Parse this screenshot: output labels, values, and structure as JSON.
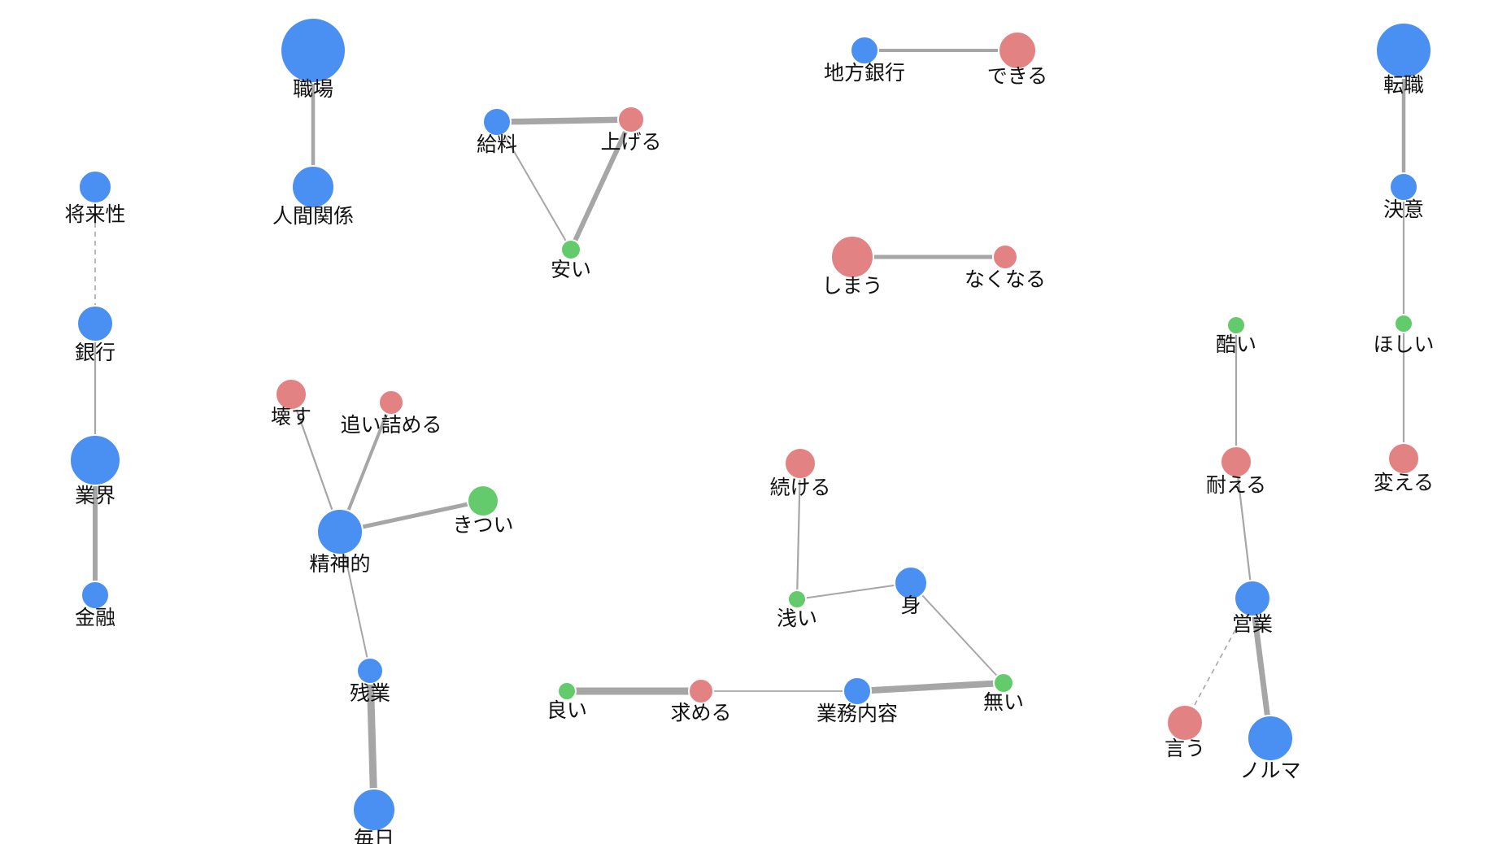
{
  "colors": {
    "noun": "#4a8ff2",
    "verb": "#e28282",
    "adjective": "#63cb6b",
    "edge": "#a6a6a6",
    "label": "#111111"
  },
  "nodes": [
    {
      "id": "shouraisei",
      "label": "将来性",
      "type": "noun"
    },
    {
      "id": "ginkou",
      "label": "銀行",
      "type": "noun"
    },
    {
      "id": "gyoukai",
      "label": "業界",
      "type": "noun"
    },
    {
      "id": "kinyuu",
      "label": "金融",
      "type": "noun"
    },
    {
      "id": "shokuba",
      "label": "職場",
      "type": "noun"
    },
    {
      "id": "ningen",
      "label": "人間関係",
      "type": "noun"
    },
    {
      "id": "kyuuryou",
      "label": "給料",
      "type": "noun"
    },
    {
      "id": "ageru",
      "label": "上げる",
      "type": "verb"
    },
    {
      "id": "yasui",
      "label": "安い",
      "type": "adjective"
    },
    {
      "id": "chihou",
      "label": "地方銀行",
      "type": "noun"
    },
    {
      "id": "dekiru",
      "label": "できる",
      "type": "verb"
    },
    {
      "id": "shimau",
      "label": "しまう",
      "type": "verb"
    },
    {
      "id": "nakunaru",
      "label": "なくなる",
      "type": "verb"
    },
    {
      "id": "tenshoku",
      "label": "転職",
      "type": "noun"
    },
    {
      "id": "ketsui",
      "label": "決意",
      "type": "noun"
    },
    {
      "id": "hoshii",
      "label": "ほしい",
      "type": "adjective"
    },
    {
      "id": "kaeru",
      "label": "変える",
      "type": "verb"
    },
    {
      "id": "kowasu",
      "label": "壊す",
      "type": "verb"
    },
    {
      "id": "oitsumeru",
      "label": "追い詰める",
      "type": "verb"
    },
    {
      "id": "kitsui",
      "label": "きつい",
      "type": "adjective"
    },
    {
      "id": "seishinteki",
      "label": "精神的",
      "type": "noun"
    },
    {
      "id": "zangyou",
      "label": "残業",
      "type": "noun"
    },
    {
      "id": "mainichi",
      "label": "毎日",
      "type": "noun"
    },
    {
      "id": "tsuzukeru",
      "label": "続ける",
      "type": "verb"
    },
    {
      "id": "asai",
      "label": "浅い",
      "type": "adjective"
    },
    {
      "id": "mi",
      "label": "身",
      "type": "noun"
    },
    {
      "id": "yoi",
      "label": "良い",
      "type": "adjective"
    },
    {
      "id": "motomeru",
      "label": "求める",
      "type": "verb"
    },
    {
      "id": "gyoumu",
      "label": "業務内容",
      "type": "noun"
    },
    {
      "id": "nai",
      "label": "無い",
      "type": "adjective"
    },
    {
      "id": "hidoi",
      "label": "酷い",
      "type": "adjective"
    },
    {
      "id": "taeru",
      "label": "耐える",
      "type": "verb"
    },
    {
      "id": "eigyou",
      "label": "営業",
      "type": "noun"
    },
    {
      "id": "iu",
      "label": "言う",
      "type": "verb"
    },
    {
      "id": "noruma",
      "label": "ノルマ",
      "type": "noun"
    }
  ],
  "edges": [
    {
      "source": "shouraisei",
      "target": "ginkou",
      "style": "dashed"
    },
    {
      "source": "ginkou",
      "target": "gyoukai",
      "style": "solid"
    },
    {
      "source": "gyoukai",
      "target": "kinyuu",
      "style": "solid"
    },
    {
      "source": "shokuba",
      "target": "ningen",
      "style": "solid"
    },
    {
      "source": "kyuuryou",
      "target": "ageru",
      "style": "solid"
    },
    {
      "source": "kyuuryou",
      "target": "yasui",
      "style": "solid"
    },
    {
      "source": "ageru",
      "target": "yasui",
      "style": "solid"
    },
    {
      "source": "chihou",
      "target": "dekiru",
      "style": "solid"
    },
    {
      "source": "shimau",
      "target": "nakunaru",
      "style": "solid"
    },
    {
      "source": "tenshoku",
      "target": "ketsui",
      "style": "solid"
    },
    {
      "source": "ketsui",
      "target": "hoshii",
      "style": "solid"
    },
    {
      "source": "hoshii",
      "target": "kaeru",
      "style": "solid"
    },
    {
      "source": "kowasu",
      "target": "seishinteki",
      "style": "solid"
    },
    {
      "source": "oitsumeru",
      "target": "seishinteki",
      "style": "solid"
    },
    {
      "source": "kitsui",
      "target": "seishinteki",
      "style": "solid"
    },
    {
      "source": "seishinteki",
      "target": "zangyou",
      "style": "solid"
    },
    {
      "source": "zangyou",
      "target": "mainichi",
      "style": "solid"
    },
    {
      "source": "tsuzukeru",
      "target": "asai",
      "style": "solid"
    },
    {
      "source": "asai",
      "target": "mi",
      "style": "solid"
    },
    {
      "source": "mi",
      "target": "nai",
      "style": "solid"
    },
    {
      "source": "yoi",
      "target": "motomeru",
      "style": "solid"
    },
    {
      "source": "motomeru",
      "target": "gyoumu",
      "style": "solid"
    },
    {
      "source": "gyoumu",
      "target": "nai",
      "style": "solid"
    },
    {
      "source": "hidoi",
      "target": "taeru",
      "style": "solid"
    },
    {
      "source": "taeru",
      "target": "eigyou",
      "style": "solid"
    },
    {
      "source": "eigyou",
      "target": "iu",
      "style": "dashed"
    },
    {
      "source": "eigyou",
      "target": "noruma",
      "style": "solid"
    }
  ]
}
